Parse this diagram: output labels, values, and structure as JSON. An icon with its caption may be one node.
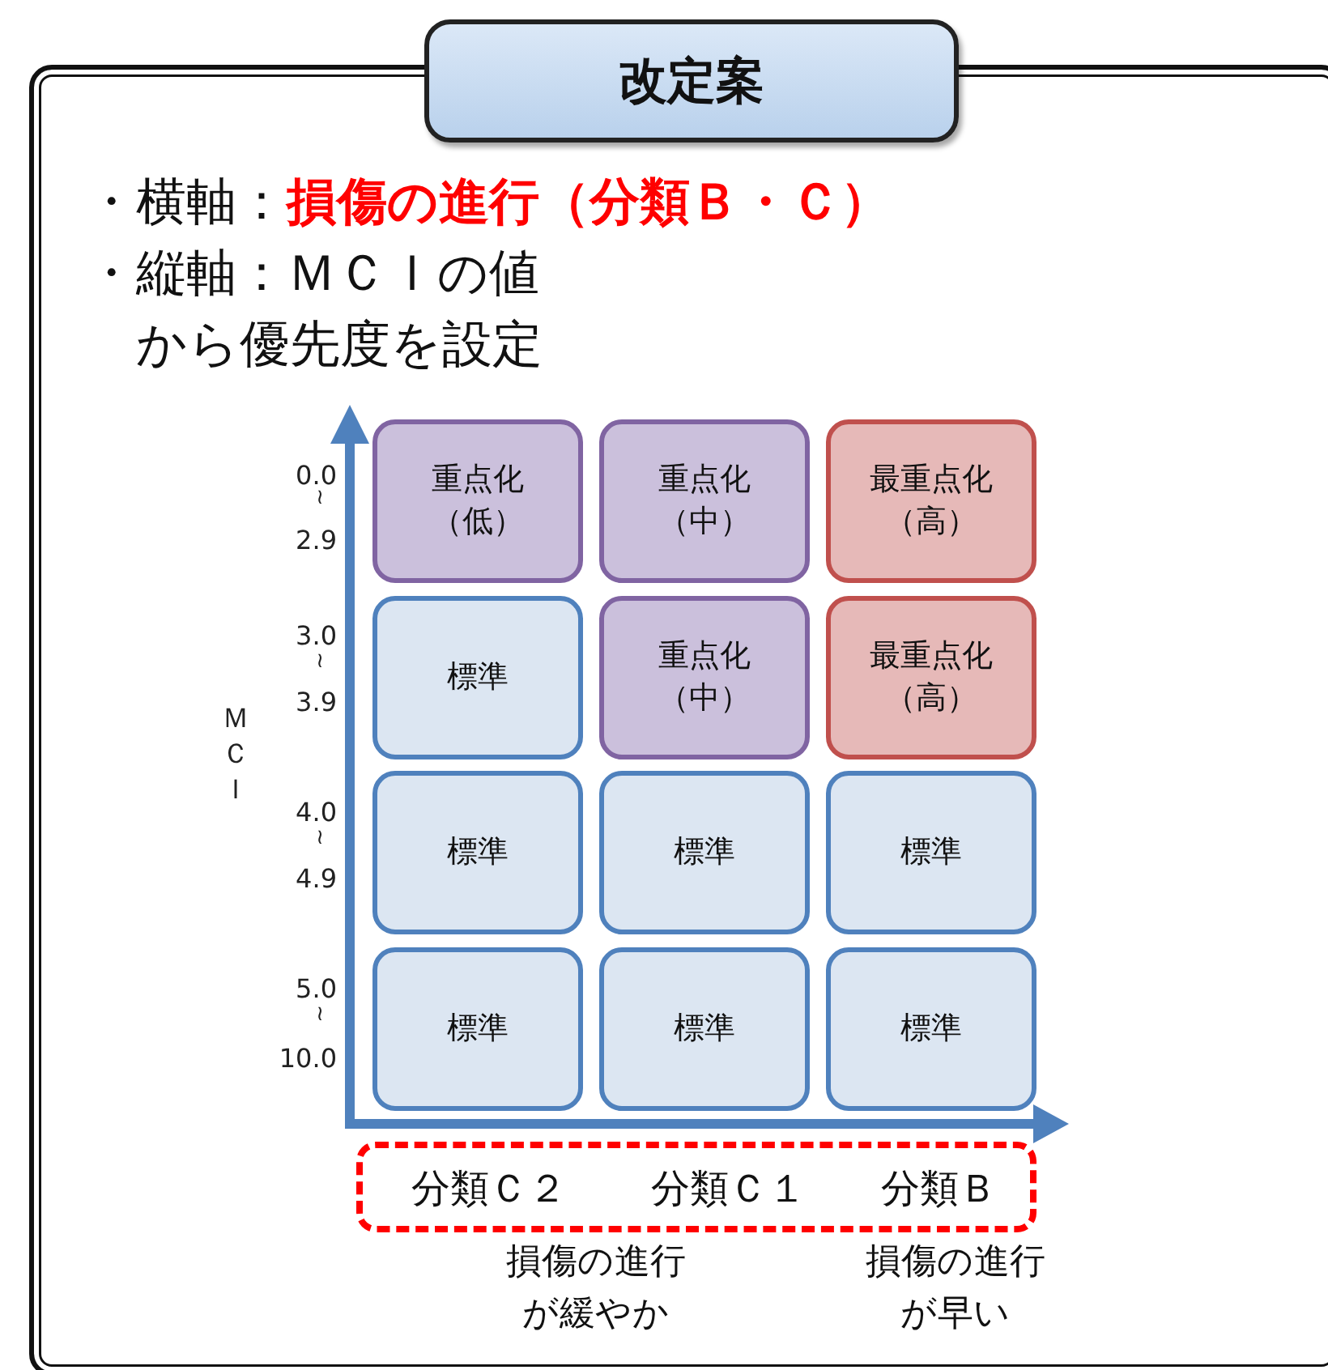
{
  "diagram": {
    "nodes": [
      {
        "text": [
          "・横軸：**損傷の進行（分類Ｂ・Ｃ）**",
          "・縦軸：ＭＣＩの値から優先度を設定"
        ]
      },
      {
        "text": [
          "改定案"
        ]
      },
      {
        "text": [
          "重点化（低）"
        ],
        "in": 0
      },
      {
        "text": [
          "重点化（中）"
        ],
        "in": 0
      },
      {
        "text": [
          "最重点化（高）"
        ],
        "in": 0
      },
      {
        "text": [
          "標準"
        ],
        "in": 0
      },
      {
        "text": [
          "重点化（中）"
        ],
        "in": 0
      },
      {
        "text": [
          "最重点化（高）"
        ],
        "in": 0
      },
      {
        "text": [
          "標準"
        ],
        "in": 0
      },
      {
        "text": [
          "標準"
        ],
        "in": 0
      },
      {
        "text": [
          "標準"
        ],
        "in": 0
      },
      {
        "text": [
          "標準"
        ],
        "in": 0
      },
      {
        "text": [
          "標準"
        ],
        "in": 0
      },
      {
        "text": [
          "標準"
        ],
        "in": 0
      },
      {
        "text": [
          "分類Ｃ２",
          "分類Ｃ１",
          "分類Ｂ"
        ],
        "in": 0
      }
    ],
    "edges": [],
    "labels": [
      "0.0",
      "≀",
      "2.9",
      "3.0",
      "≀",
      "3.9",
      "ＭＣＩ",
      "4.0",
      "≀",
      "4.9",
      "5.0",
      "≀",
      "10.0",
      "損傷の進行が緩やか",
      "損傷の進行が早い"
    ]
  }
}
